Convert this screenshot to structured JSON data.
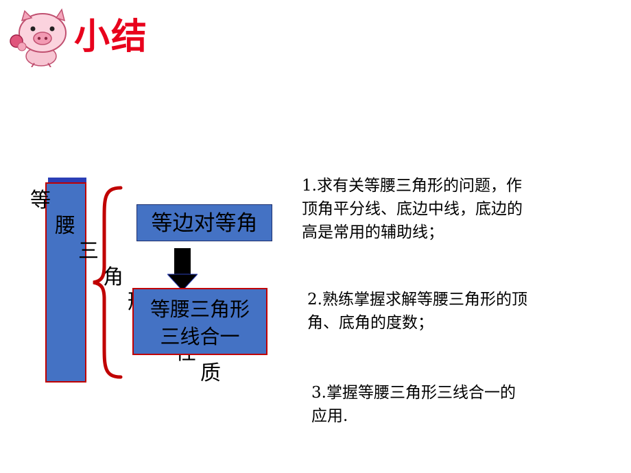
{
  "header": {
    "title": "小结",
    "mascot_icon": "pig-mascot-icon"
  },
  "diagram": {
    "vertical_chars": [
      "等",
      "腰",
      "三",
      "角",
      "形",
      "性",
      "质"
    ],
    "box1_label": "等边对等角",
    "box2_lines": [
      "等腰三角形",
      "三线合一"
    ]
  },
  "points": [
    [
      "1.求有关等腰三角形的问题，作",
      "顶角平分线、底边中线，底边的",
      "高是常用的辅助线；"
    ],
    [
      "2.熟练掌握求解等腰三角形的顶",
      "角、底角的度数；"
    ],
    [
      "3.掌握等腰三角形三线合一的",
      "应用."
    ]
  ],
  "colors": {
    "title_red": "#e8001c",
    "box_blue": "#4472c4",
    "border_red": "#c00000",
    "brace_red": "#c00000"
  }
}
